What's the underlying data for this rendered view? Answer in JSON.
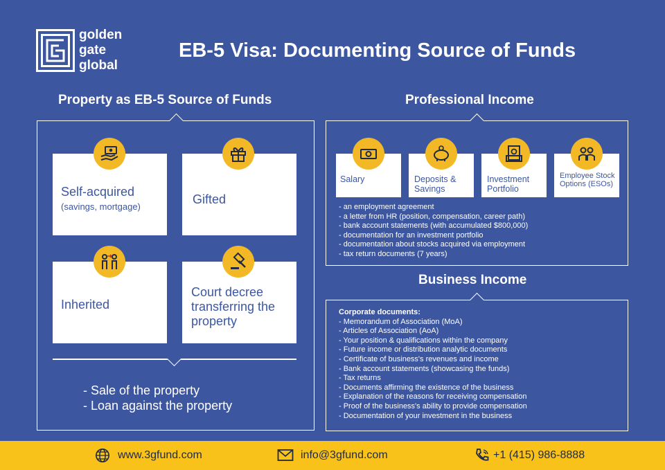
{
  "brand": {
    "line1": "golden",
    "line2": "gate",
    "line3": "global"
  },
  "title": "EB-5 Visa: Documenting Source of Funds",
  "colors": {
    "background": "#3c56a0",
    "accent": "#f2b825",
    "footer": "#f9c21b"
  },
  "property": {
    "title": "Property as EB-5 Source of Funds",
    "cards": [
      {
        "label": "Self-acquired",
        "sub": "(savings, mortgage)",
        "icon": "money-hand-icon"
      },
      {
        "label": "Gifted",
        "icon": "gift-icon"
      },
      {
        "label": "Inherited",
        "icon": "people-transfer-icon"
      },
      {
        "label": "Court decree transferring the property",
        "icon": "gavel-icon"
      }
    ],
    "bullets": [
      "- Sale of the property",
      "- Loan against the property"
    ]
  },
  "professional": {
    "title": "Professional Income",
    "cards": [
      {
        "label": "Salary",
        "icon": "banknote-icon"
      },
      {
        "label": "Deposits & Savings",
        "icon": "piggy-bank-icon"
      },
      {
        "label": "Investment Portfolio",
        "icon": "portfolio-icon"
      },
      {
        "label": "Employee Stock Options (ESOs)",
        "icon": "employees-icon"
      }
    ],
    "bullets": [
      "- an employment agreement",
      "- a letter from HR (position, compensation, career path)",
      "- bank account statements (with accumulated $800,000)",
      "- documentation for an investment portfolio",
      "- documentation about stocks acquired via employment",
      "- tax return documents (7 years)"
    ]
  },
  "business": {
    "title": "Business Income",
    "heading": "Corporate documents:",
    "bullets": [
      "- Memorandum of Association (MoA)",
      "- Articles of Association (AoA)",
      "- Your position & qualifications within the company",
      "- Future income or distribution analytic documents",
      "- Certificate of business's revenues and income",
      "- Bank account statements (showcasing the funds)",
      "- Tax returns",
      "- Documents affirming the existence of the business",
      "- Explanation of the reasons for receiving compensation",
      "- Proof of the business's ability to provide compensation",
      "- Documentation of your investment in the business"
    ]
  },
  "footer": {
    "website": "www.3gfund.com",
    "email": "info@3gfund.com",
    "phone": "+1 (415) 986-8888"
  }
}
